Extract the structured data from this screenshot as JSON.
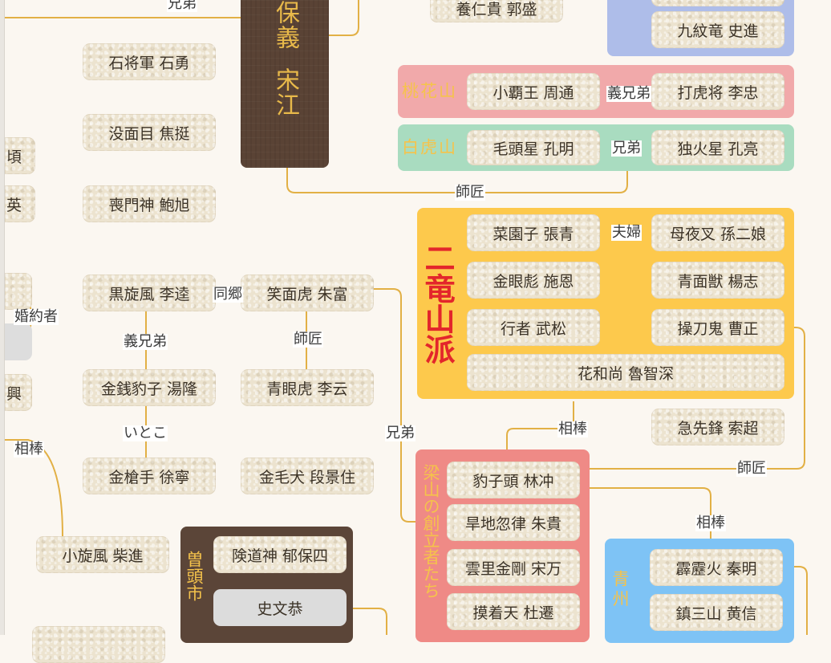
{
  "people": {
    "yosanshi_partial": "養仁貴 郭盛",
    "kyumonryu": "九紋竜 史進",
    "sekishogun": "石将軍 石勇",
    "botsumenmoku": "没面目 焦挺",
    "somonshin": "喪門神 鮑旭",
    "kokusenpu": "黒旋風 李逵",
    "shomenko": "笑面虎 朱富",
    "kinsenhyoshi": "金銭豹子 湯隆",
    "seiganko": "青眼虎 李云",
    "kinsoshu": "金槍手 徐寧",
    "kinmoken": "金毛犬 段景住",
    "shosenpu": "小旋風 柴進",
    "kodohao": "小覇王 周通",
    "dakosho": "打虎将 李忠",
    "motozusei": "毛頭星 孔明",
    "dokukasei": "独火星 孔亮",
    "saienshi": "菜園子 張青",
    "moyasha": "母夜叉 孫二娘",
    "kinganhyo": "金眼彪 施恩",
    "seimenju": "青面獣 楊志",
    "gyoja": "行者 武松",
    "sotoki": "操刀鬼 曹正",
    "kaosho": "花和尚 魯智深",
    "kyusenpo": "急先鋒 索超",
    "hyoshito": "豹子頭 林冲",
    "kanchikotsuritsu": "旱地忽律 朱貴",
    "unrikinko": "雲里金剛 宋万",
    "mochakuten": "摸着天 杜遷",
    "hekirekika": "霹靂火 秦明",
    "chinsanzan": "鎮三山 黄信",
    "endoshin": "険道神 郁保四",
    "shibunkyo": "史文恭",
    "left1": "頃",
    "left2": "英",
    "left3": "興"
  },
  "groups": {
    "tokazan": "桃花山",
    "hakkozan": "白虎山",
    "niryuzan": "二竜山派",
    "ryozan_founders": "梁山の創立者たち",
    "seishu": "青州",
    "sotoshi": "曽頭市"
  },
  "leader": {
    "name": "保義 宋江"
  },
  "relations": {
    "kyodai": "兄弟",
    "gikyodai": "義兄弟",
    "shisho": "師匠",
    "fufu": "夫婦",
    "dokyo": "同郷",
    "itoko": "いとこ",
    "aibo": "相棒",
    "konyakusha": "婚約者"
  },
  "colors": {
    "background": "#fbf7f1",
    "connector": "#e2b045",
    "tokazan": "#f1a9aa",
    "hakkozan": "#a9dcc0",
    "niryuzan": "#fdc94c",
    "ryozan": "#ef8a86",
    "seishu": "#7ec3f5",
    "sotoshi": "#5b4538",
    "top_right": "#aebde9",
    "leader_box": "#5a4335",
    "accent_red": "#e3262b"
  }
}
